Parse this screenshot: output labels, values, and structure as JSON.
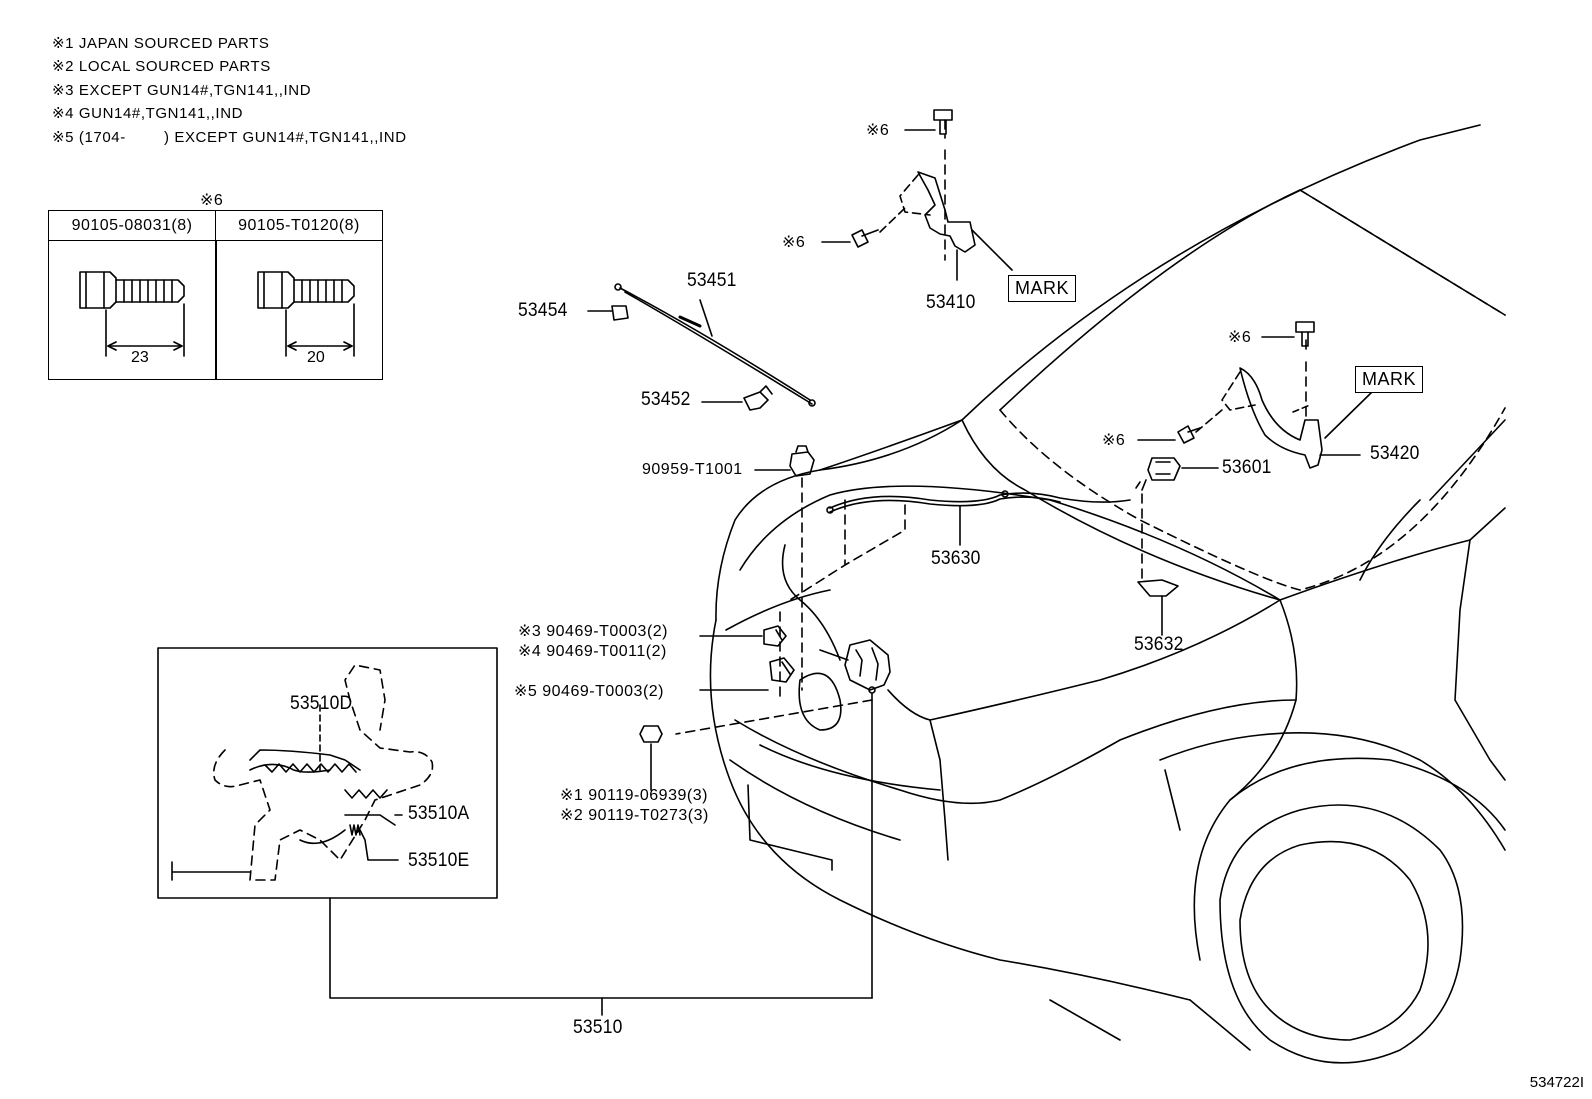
{
  "notes": [
    "※1 JAPAN SOURCED PARTS",
    "※2 LOCAL SOURCED PARTS",
    "※3 EXCEPT GUN14#,TGN141,,IND",
    "※4 GUN14#,TGN141,,IND",
    "※5 (1704-        ) EXCEPT GUN14#,TGN141,,IND"
  ],
  "bolt_table": {
    "header_mark": "※6",
    "columns": [
      {
        "part": "90105-08031(8)",
        "length": "23"
      },
      {
        "part": "90105-T0120(8)",
        "length": "20"
      }
    ]
  },
  "parts": {
    "p53451": "53451",
    "p53454": "53454",
    "p53452": "53452",
    "p53410": "53410",
    "p53420": "53420",
    "p53601": "53601",
    "p53630": "53630",
    "p53632": "53632",
    "p90959": "90959-T1001",
    "p53510": "53510",
    "p53510D": "53510D",
    "p53510A": "53510A",
    "p53510E": "53510E"
  },
  "clip_callouts": [
    "※3 90469-T0003(2)",
    "※4 90469-T0011(2)",
    "※5 90469-T0003(2)"
  ],
  "bolt_callouts": [
    "※1  90119-06939(3)",
    "※2  90119-T0273(3)"
  ],
  "mark6": "※6",
  "mark_label": "MARK",
  "figure_id": "534722I"
}
